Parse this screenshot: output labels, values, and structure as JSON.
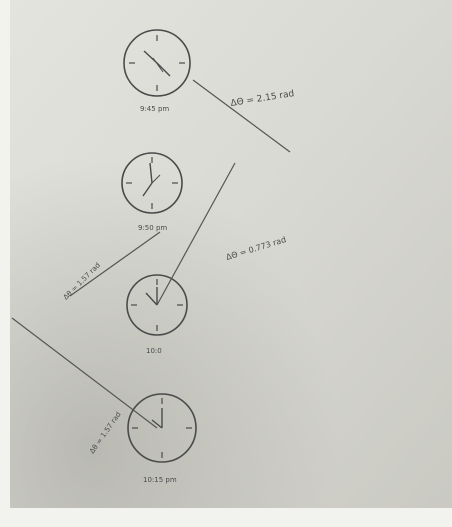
{
  "note": {
    "annotations": {
      "top": "ΔΘ = 2.15 rad",
      "middle": "ΔΘ = 0.773 rad",
      "left_upper": "Δθ = 1.57 rad",
      "left_lower": "Δθ = 1.57 rad"
    },
    "clock_captions": [
      "9:45 pm",
      "9:50 pm",
      "10:0",
      "10:15 pm"
    ],
    "colors": {
      "paper": "#dcdcd6",
      "ink": "#4a4a4a",
      "shadow": "#bdbdb6"
    }
  }
}
